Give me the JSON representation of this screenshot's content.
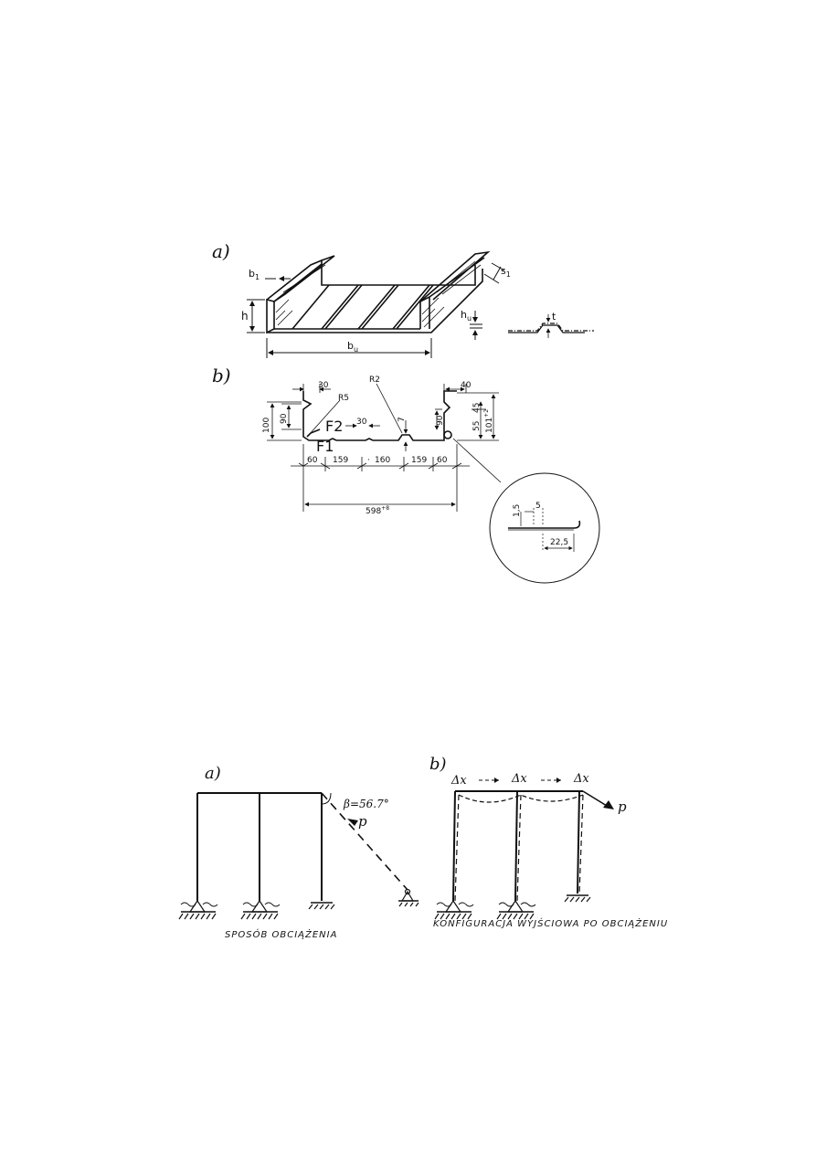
{
  "figure_top": {
    "panel_a_label": "a)",
    "panel_b_label": "b)",
    "a_dims": {
      "b1": "b",
      "b1_sub": "1",
      "s1": "s",
      "s1_sub": "1",
      "h": "h",
      "hu": "h",
      "hu_sub": "u",
      "t": "t",
      "bu": "b",
      "bu_sub": "u"
    },
    "b_dims": {
      "top_left_30": "30",
      "R5": "R5",
      "R2": "R2",
      "top_right_40": "40",
      "left_100": "100",
      "left_90": "90",
      "F2": "F2",
      "F1": "F1",
      "mid_30": "30",
      "mid_7": "7",
      "right_90": "90",
      "right_55": "55",
      "right_45": "45",
      "right_101": "101",
      "right_101_sup": "+2",
      "bottom_60a": "60",
      "bottom_159a": "159",
      "bottom_dot": "·",
      "bottom_160": "160",
      "bottom_159b": "159",
      "bottom_60b": "60",
      "overall_598": "598",
      "overall_598_sup": "+8",
      "detail_1_5": "1,5",
      "detail_5": "5",
      "detail_22_5": "22,5"
    }
  },
  "figure_bottom": {
    "panel_a_label": "a)",
    "panel_b_label": "b)",
    "beta_label": "β=56.7°",
    "p_label": "p",
    "p_label_b": "p",
    "dx_1": "Δx",
    "dx_2": "Δx",
    "dx_3": "Δx",
    "caption_a": "SPOSÓB OBCIĄŻENIA",
    "caption_b": "KONFIGURACJA WYJŚCIOWA PO OBCIĄŻENIU"
  }
}
